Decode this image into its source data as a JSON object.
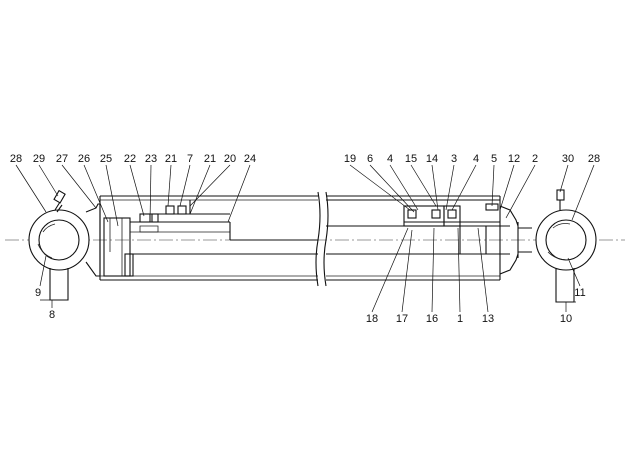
{
  "diagram": {
    "callouts_top_left": [
      "28",
      "29",
      "27",
      "26",
      "25",
      "22",
      "23",
      "21",
      "7",
      "21",
      "20",
      "24"
    ],
    "callouts_top_right": [
      "19",
      "6",
      "15",
      "14",
      "3",
      "4",
      "5",
      "12",
      "2",
      "30",
      "28"
    ],
    "callout_4_left": "4",
    "callouts_bottom_left": [
      "9",
      "8"
    ],
    "callouts_bottom_right": [
      "18",
      "17",
      "16",
      "1",
      "13",
      "11",
      "10"
    ]
  }
}
